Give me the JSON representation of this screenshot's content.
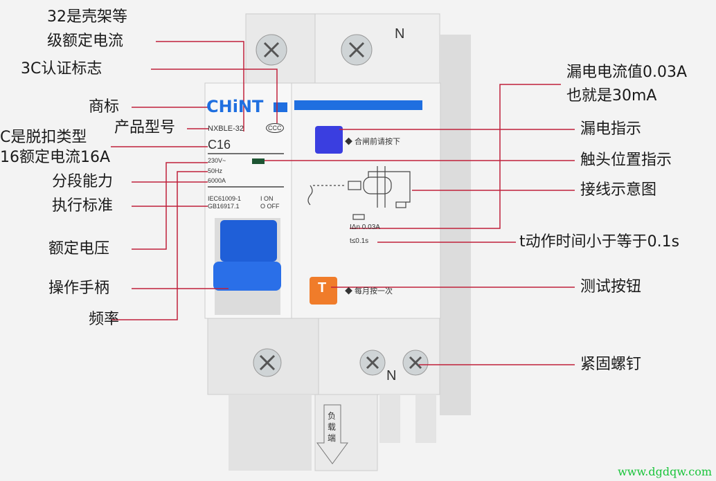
{
  "title": "漏电断路器结构标注图",
  "left_labels": {
    "frame_rating_1": "32是壳架等",
    "frame_rating_2": "级额定电流",
    "ccc_mark": "3C认证标志",
    "trademark": "商标",
    "model": "产品型号",
    "trip_type_1": "C是脱扣类型",
    "trip_type_2": "16额定电流16A",
    "breaking_capacity": "分段能力",
    "standard": "执行标准",
    "rated_voltage": "额定电压",
    "handle": "操作手柄",
    "frequency": "频率"
  },
  "right_labels": {
    "leak_current_1": "漏电电流值0.03A",
    "leak_current_2": "也就是30mA",
    "leak_indicator": "漏电指示",
    "contact_indicator": "触头位置指示",
    "wiring_diagram": "接线示意图",
    "trip_time": "t动作时间小于等于0.1s",
    "test_button": "测试按钮",
    "screw": "紧固螺钉"
  },
  "device": {
    "brand": "CHiNT",
    "model": "NXBLE-32",
    "rating": "C16",
    "voltage": "230V~",
    "freq": "50Hz",
    "capacity": "6000A",
    "std1": "IEC61009-1",
    "std2": "GB16917.1",
    "on": "I ON",
    "off": "O OFF",
    "ccc": "CCC",
    "reset_hint": "◆ 合闸前请按下",
    "test_hint": "◆ 每月按一次",
    "test_letter": "T",
    "idn": "IΔn 0.03A",
    "t": "t≤0.1s",
    "n_top": "N",
    "n_bottom": "N",
    "load": [
      "负",
      "载",
      "端"
    ],
    "brand_color": "#1f6fe0"
  },
  "watermark": "www.dgdqw.com"
}
